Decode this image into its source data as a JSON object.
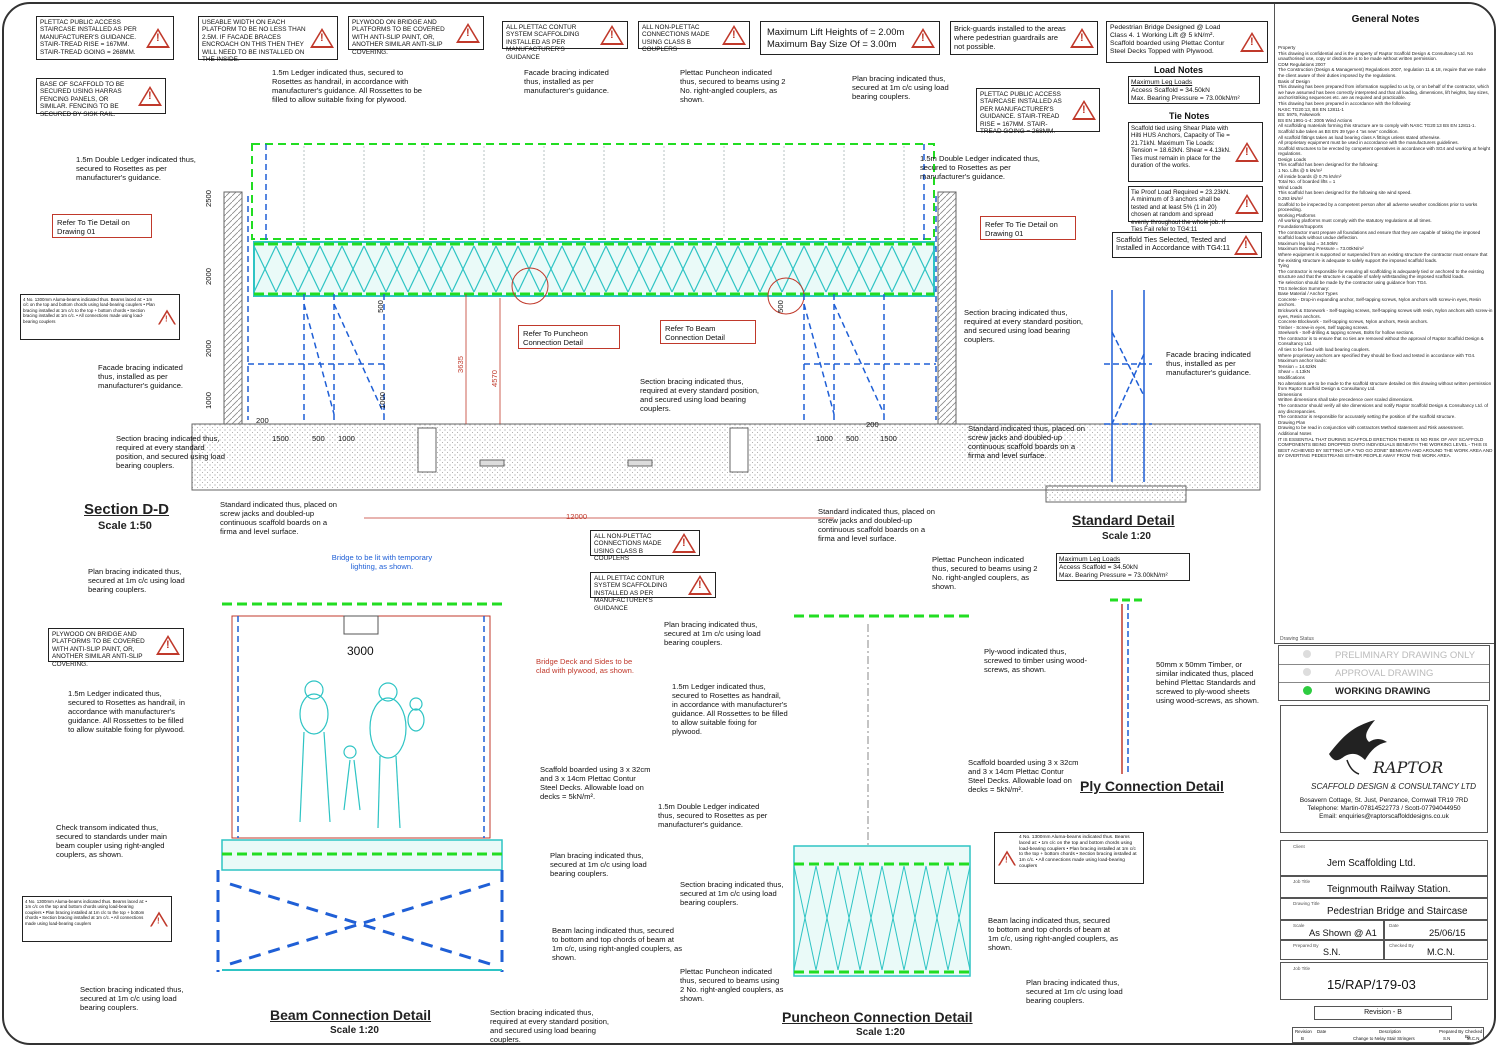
{
  "warnings": {
    "w1": "PLETTAC PUBLIC ACCESS STAIRCASE INSTALLED AS PER MANUFACTURER'S GUIDANCE. STAIR-TREAD RISE = 167MM. STAIR-TREAD GOING = 268MM.",
    "w2": "USEABLE WIDTH ON EACH PLATFORM TO BE NO LESS THAN 2.5M. IF FACADE BRACES ENCROACH ON THIS THEN THEY WILL NEED TO BE INSTALLED ON THE INSIDE.",
    "w3": "PLYWOOD ON BRIDGE AND PLATFORMS TO BE COVERED WITH ANTI-SLIP PAINT, OR, ANOTHER SIMILAR ANTI-SLIP COVERING.",
    "w4": "ALL PLETTAC CONTUR SYSTEM SCAFFOLDING INSTALLED AS PER MANUFACTURER'S GUIDANCE",
    "w5": "ALL NON-PLETTAC CONNECTIONS MADE USING CLASS B COUPLERS",
    "w6": "Brick-guards installed to the areas where pedestrian guardrails are not possible.",
    "w7": "BASE OF SCAFFOLD TO BE SECURED USING HARRAS FENCING PANELS, OR SIMILAR. FENCING TO BE SECURED BY SISK RAIL.",
    "w8": "PLETTAC PUBLIC ACCESS STAIRCASE INSTALLED AS PER MANUFACTURER'S GUIDANCE. STAIR-TREAD RISE = 167MM. STAIR-TREAD GOING = 268MM.",
    "w9": "ALL NON-PLETTAC CONNECTIONS MADE USING CLASS B COUPLERS",
    "w10": "ALL PLETTAC CONTUR SYSTEM SCAFFOLDING INSTALLED AS PER MANUFACTURER'S GUIDANCE",
    "w11": "PLYWOOD ON BRIDGE AND PLATFORMS TO BE COVERED WITH ANTI-SLIP PAINT, OR, ANOTHER SIMILAR ANTI-SLIP COVERING."
  },
  "max_lift": {
    "line1": "Maximum Lift Heights of = 2.00m",
    "line2": "Maximum Bay Size Of = 3.00m"
  },
  "bridge_design": "Pedestrian Bridge Designed @ Load Class 4. 1 Working Lift @ 5 kN/m². Scaffold boarded using Plettac Contur Steel Decks Topped with Plywood.",
  "load_notes": {
    "title": "Load Notes",
    "max_leg_title": "Maximum Leg Loads",
    "access": "Access Scaffold = 34.50kN",
    "bearing": "Max. Bearing Pressure = 73.00kN/m²"
  },
  "tie_notes": {
    "title": "Tie Notes",
    "body": "Scaffold tied using Shear Plate with Hilti HUS Anchors, Capacity of Tie = 21.71kN. Maximum Tie Loads: Tension = 18.62kN. Shear = 4.13kN. Ties must remain in place for the duration of the works.",
    "proof": "Tie Proof Load Required = 23.23kN. A minimum of 3 anchors shall be tested and at least 5% (1 in 20) chosen at random and spread evenly throughout the whole job. If Ties Fail refer to TG4:11",
    "installed": "Scaffold Ties Selected, Tested and Installed in Accordance with TG4:11"
  },
  "general_notes": {
    "title": "General Notes",
    "body": "Property\nThis drawing is confidential and is the property of Raptor Scaffold Design & Consultancy Ltd. No unauthorised use, copy or disclosure is to be made without written permission.\nCDM Regulations 2007\nThe Construction (Design & Management) Regulations 2007, regulation 11 & 18, require that we make the client aware of their duties imposed by the regulations.\nBasis of Design\nThis drawing has been prepared from information supplied to us by, or on behalf of the contractor, which we have assumed has been correctly interpreted and that all loading, dimensions, lift heights, bay sizes, anchor/striking sequences etc. are as required and practicable.\nThis drawing has been prepared in accordance with the following:\nNASC TG20:13, BS EN 12811-1\nBS: 5975, Falsework\nBS EN 1991-1-4: 2005 Wind Actions\nAll scaffolding materials forming this structure are to comply with NASC TG20:13 BS EN 12811-1.\nScaffold tube taken as BS EN 39 type 4 \"as new\" condition.\nAll scaffold fittings taken as load bearing class A fittings unless stated otherwise.\nAll proprietary equipment must be used in accordance with the manufacturers guidelines.\nScaffold structures to be erected by competent operatives in accordance with SG4 and working at height regulations.\nDesign Loads\nThis scaffold has been designed for the following:\n1 No. Lifts @ 5 kN/m²\nAll inside boards @ 0.75 kN/m²\nTotal No. of boarded lifts = 1\nWind Loads\nThis scaffold has been designed for the following site wind speed.\n0.293 kN/m²\nScaffold to be inspected by a competent person after all adverse weather conditions prior to works proceeding.\nWorking Platforms\nAll working platforms must comply with the statutory regulations at all times.\nFoundations/Supports\nThe contractor must prepare all foundations and ensure that they are capable of taking the imposed scaffold loads without undue deflection.\nMaximum leg load = 34.50kN\nMaximum Bearing Pressure = 73.00kN/m²\nWhere equipment is supported or suspended from an existing structure the contractor must ensure that the existing structure is adequate to safely support the imposed scaffold loads.\nTying\nThe contractor is responsible for ensuring all scaffolding is adequately tied or anchored to the existing structure and that the structure is capable of safely withstanding the imposed scaffold loads.\nTie selection should be made by the contractor using guidance from TG4.\nTG4 Selection Summary:\nBase Material / Anchor Types\nConcrete - Drop-in expanding anchor, Self-tapping screws, Nylon anchors with screw-in eyes, Resin anchors.\nBrickwork & Stonework - Self-tapping screws, Self-tapping screws with resin, Nylon anchors with screw-in eyes, Resin anchors.\nConcrete Blockwork - Self-tapping screws, Nylon anchors, Resin anchors.\nTimber - Screw-in eyes, Self tapping screws.\nSteelwork - Self-drilling & tapping screws, Bolts for hollow sections.\nThe contractor is to ensure that no ties are removed without the approval of Raptor Scaffold Design & Consultancy Ltd.\nAll ties to be fixed with load bearing couplers.\nWhere proprietary anchors are specified they should be fixed and tested in accordance with TG4.\nMaximum anchor loads:\nTension = 14.62kN\nShear = 4.13kN\nModifications\nNo alterations are to be made to the scaffold structure detailed on this drawing without written permission from Raptor Scaffold Design & Consultancy Ltd.\nDimensions\nWritten dimensions shall take precedence over scaled dimensions.\nThe contractor should verify all site dimensions and notify Raptor Scaffold Design & Consultancy Ltd. of any discrepancies.\nThe contractor is responsible for accurately setting the position of the scaffold structure.\nDrawing Plan\nDrawing to be read in conjunction with contractors Method statement and Risk assessment.\nAdditional Notes\nIT IS ESSENTIAL THAT DURING SCAFFOLD ERECTION THERE IS NO RISK OF ANY SCAFFOLD COMPONENTS BEING DROPPED ONTO INDIVIDUALS BENEATH THE WORKING LEVEL - THIS IS BEST ACHIEVED BY SETTING UP A \"NO GO ZONE\" BENEATH AND AROUND THE WORK AREA AND BY DIVERTING PEDESTRIANS EITHER PEOPLE AWAY FROM THE WORK AREA."
  },
  "status": {
    "heading": "Drawing Status",
    "preliminary": "PRELIMINARY DRAWING ONLY",
    "approval": "APPROVAL DRAWING",
    "working": "WORKING DRAWING",
    "active_color": "#2ecc40"
  },
  "company": {
    "name": "RAPTOR",
    "sub": "SCAFFOLD DESIGN & CONSULTANCY LTD",
    "addr": "Bosavern Cottage, St. Just, Penzance, Cornwall TR19 7RD",
    "phone": "Telephone: Martin-07814522773 / Scott-07794044950",
    "email": "Email: enquiries@raptorscaffolddesigns.co.uk"
  },
  "title_block": {
    "client_label": "Client",
    "client": "Jem Scaffolding Ltd.",
    "job_title_label": "Job Title",
    "job_title": "Teignmouth Railway Station.",
    "drawing_title_label": "Drawing Title",
    "drawing_title": "Pedestrian Bridge and Staircase",
    "scale_label": "Scale",
    "scale": "As Shown @ A1",
    "date_label": "Date",
    "date": "25/06/15",
    "prepared_label": "Prepared By",
    "prepared": "S.N.",
    "checked_label": "Checked By",
    "checked": "M.C.N.",
    "job_label": "Job Title",
    "job_no": "15/RAP/179-03",
    "revision": "Revision - B",
    "rev_headers": [
      "Revision",
      "Date",
      "Description",
      "Prepared By",
      "Checked By"
    ],
    "rev_row": [
      "B",
      "",
      "Change to Nelay Stair Stringers",
      "S.N",
      "M.C.N"
    ]
  },
  "views": {
    "section_title": "Section D-D",
    "section_scale": "Scale 1:50",
    "standard_title": "Standard Detail",
    "standard_scale": "Scale 1:20",
    "ply_title": "Ply Connection Detail",
    "beam_title": "Beam Connection Detail",
    "beam_scale": "Scale 1:20",
    "puncheon_title": "Puncheon Connection Detail",
    "puncheon_scale": "Scale 1:20"
  },
  "refs": {
    "tie_left": "Refer To Tie Detail on Drawing 01",
    "tie_right": "Refer To Tie Detail on Drawing 01",
    "puncheon": "Refer To Puncheon Connection Detail",
    "beam": "Refer To Beam Connection Detail"
  },
  "aluma_note": "4 No. 1300mm Aluma-beams indicated thus. Beams laced at: • 1m c/c on the top and bottom chords using load-bearing couplers • Plan bracing installed at 1m c/c to the top + bottom chords • Section bracing installed at 1m c/c. • All connections made using load-bearing couplers",
  "section_labels": {
    "ledger_handrail": "1.5m Ledger indicated thus, secured to Rosettes as handrail, in accordance with manufacturer's guidance. All Rossettes to be filled to allow suitable fixing for plywood.",
    "facade_top": "Facade bracing indicated thus, installed as per manufacturer's guidance.",
    "puncheon_top": "Plettac Puncheon indicated thus, secured to beams using 2 No. right-angled couplers, as shown.",
    "plan_bracing_top": "Plan bracing indicated thus, secured at 1m c/c using load bearing couplers.",
    "double_ledger_left": "1.5m Double Ledger indicated thus, secured to Rosettes as per manufacturer's guidance.",
    "double_ledger_right": "1.5m Double Ledger indicated thus, secured to Rosettes as per manufacturer's guidance.",
    "facade_left": "Facade bracing indicated thus, installed as per manufacturer's guidance.",
    "section_bracing_left": "Section bracing indicated thus, required at every standard position, and secured using load bearing couplers.",
    "section_bracing_mid": "Section bracing indicated thus, required at every standard position, and secured using load bearing couplers.",
    "standard_left": "Standard indicated thus, placed on screw jacks and doubled-up continuous scaffold boards on a firma and level surface.",
    "standard_right": "Standard indicated thus, placed on screw jacks and doubled-up continuous scaffold boards on a firma and level surface."
  },
  "dims": {
    "d2500": "2500",
    "d2000a": "2000",
    "d2000b": "2000",
    "d1000a": "1000",
    "d1000b": "1000",
    "d500a": "500",
    "d500b": "500",
    "d3635": "3635",
    "d4570": "4570",
    "d200a": "200",
    "d200b": "200",
    "d1500a": "1500",
    "d500c": "500",
    "d1000c": "1000",
    "d1000d": "1000",
    "d500d": "500",
    "d1500b": "1500",
    "d12000": "12000",
    "d3000": "3000"
  },
  "standard_labels": {
    "section_bracing": "Section bracing indicated thus, required at every standard position, and secured using load bearing couplers.",
    "facade": "Facade bracing indicated thus, installed as per manufacturer's guidance.",
    "standard": "Standard indicated thus, placed on screw jacks and doubled-up continuous scaffold boards on a firma and level surface."
  },
  "beam_labels": {
    "lit": "Bridge to be lit with temporary lighting, as shown.",
    "plan_bracing": "Plan bracing indicated thus, secured at 1m c/c using load bearing couplers.",
    "ledger": "1.5m Ledger indicated thus, secured to Rosettes as handrail, in accordance with manufacturer's guidance. All Rossettes to be filled to allow suitable fixing for plywood.",
    "deck_clad": "Bridge Deck and Sides to be clad with plywood, as shown.",
    "boarded": "Scaffold boarded using 3 x 32cm and 3 x 14cm Plettac Contur Steel Decks. Allowable load on decks = 5kN/m².",
    "check_transom": "Check transom indicated thus, secured to standards under main beam coupler using right-angled couplers, as shown.",
    "plan_bracing2": "Plan bracing indicated thus, secured at 1m c/c using load bearing couplers.",
    "beam_lacing": "Beam lacing indicated thus, secured to bottom and top chords of beam at 1m c/c, using right-angled couplers, as shown.",
    "section_bracing": "Section bracing indicated thus, secured at 1m c/c using load bearing couplers.",
    "section_bracing2": "Section bracing indicated thus, required at every standard position, and secured using load bearing couplers."
  },
  "puncheon_labels": {
    "puncheon": "Plettac Puncheon indicated thus, secured to beams using 2 No. right-angled couplers, as shown.",
    "plan_bracing": "Plan bracing indicated thus, secured at 1m c/c using load bearing couplers.",
    "ledger": "1.5m Ledger indicated thus, secured to Rosettes as handrail, in accordance with manufacturer's guidance. All Rossettes to be filled to allow suitable fixing for plywood.",
    "boarded": "Scaffold boarded using 3 x 32cm and 3 x 14cm Plettac Contur Steel Decks. Allowable load on decks = 5kN/m².",
    "double_ledger": "1.5m Double Ledger indicated thus, secured to Rosettes as per manufacturer's guidance.",
    "section_bracing": "Section bracing indicated thus, secured at 1m c/c using load bearing couplers.",
    "beam_lacing": "Beam lacing indicated thus, secured to bottom and top chords of beam at 1m c/c, using right-angled couplers, as shown.",
    "puncheon2": "Plettac Puncheon indicated thus, secured to beams using 2 No. right-angled couplers, as shown.",
    "plan_bracing2": "Plan bracing indicated thus, secured at 1m c/c using load bearing couplers."
  },
  "ply_labels": {
    "ply": "Ply-wood indicated thus, screwed to timber using wood-screws, as shown.",
    "timber": "50mm x 50mm Timber, or similar indicated thus, placed behind Plettac Standards and screwed to ply-wood sheets using wood-screws, as shown."
  },
  "colors": {
    "blue": "#1f5fd6",
    "cyan": "#2ec4c4",
    "green": "#22dd22",
    "red": "#c0392b"
  }
}
